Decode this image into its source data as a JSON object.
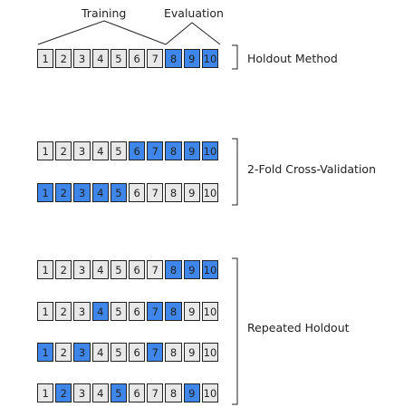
{
  "header": {
    "training_label": "Training",
    "evaluation_label": "Evaluation"
  },
  "colors": {
    "training": "#e8e8e8",
    "evaluation": "#3f86ea",
    "border": "#222222"
  },
  "groups": [
    {
      "label": "Holdout Method",
      "rows": [
        {
          "cells": [
            "1",
            "2",
            "3",
            "4",
            "5",
            "6",
            "7",
            "8",
            "9",
            "10"
          ],
          "evaluation": [
            "8",
            "9",
            "10"
          ]
        }
      ]
    },
    {
      "label": "2-Fold Cross-Validation",
      "rows": [
        {
          "cells": [
            "1",
            "2",
            "3",
            "4",
            "5",
            "6",
            "7",
            "8",
            "9",
            "10"
          ],
          "evaluation": [
            "6",
            "7",
            "8",
            "9",
            "10"
          ]
        },
        {
          "cells": [
            "1",
            "2",
            "3",
            "4",
            "5",
            "6",
            "7",
            "8",
            "9",
            "10"
          ],
          "evaluation": [
            "1",
            "2",
            "3",
            "4",
            "5"
          ]
        }
      ]
    },
    {
      "label": "Repeated Holdout",
      "rows": [
        {
          "cells": [
            "1",
            "2",
            "3",
            "4",
            "5",
            "6",
            "7",
            "8",
            "9",
            "10"
          ],
          "evaluation": [
            "8",
            "9",
            "10"
          ]
        },
        {
          "cells": [
            "1",
            "2",
            "3",
            "4",
            "5",
            "6",
            "7",
            "8",
            "9",
            "10"
          ],
          "evaluation": [
            "4",
            "7",
            "8"
          ]
        },
        {
          "cells": [
            "1",
            "2",
            "3",
            "4",
            "5",
            "6",
            "7",
            "8",
            "9",
            "10"
          ],
          "evaluation": [
            "1",
            "3",
            "7"
          ]
        },
        {
          "cells": [
            "1",
            "2",
            "3",
            "4",
            "5",
            "6",
            "7",
            "8",
            "9",
            "10"
          ],
          "evaluation": [
            "2",
            "5",
            "9"
          ]
        }
      ]
    }
  ]
}
